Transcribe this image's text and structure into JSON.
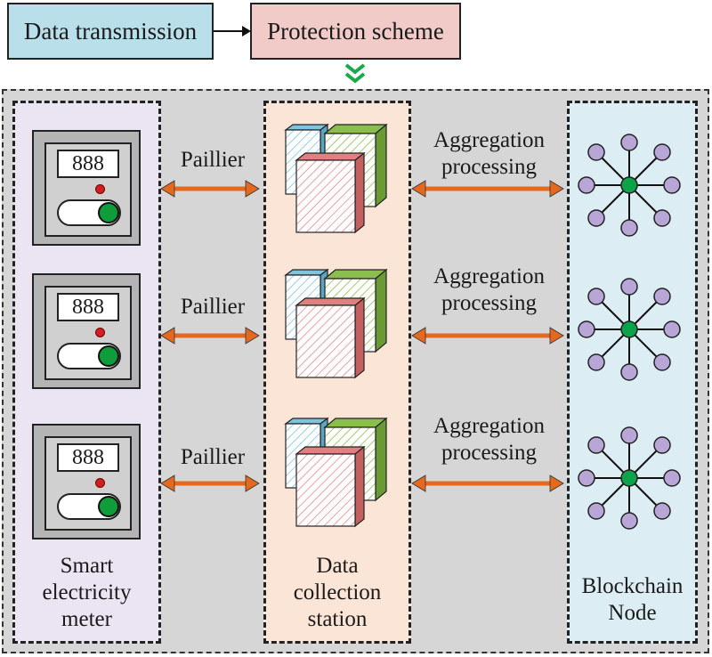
{
  "header": {
    "data_transmission": "Data transmission",
    "protection_scheme": "Protection scheme"
  },
  "links": {
    "paillier": "Paillier",
    "aggregation_line1": "Aggregation",
    "aggregation_line2": "processing"
  },
  "columns": {
    "meter_label": [
      "Smart",
      "electricity",
      "meter"
    ],
    "station_label": [
      "Data",
      "collection",
      "station"
    ],
    "blockchain_label": [
      "Blockchain",
      "Node"
    ]
  },
  "meter_display": "888",
  "colors": {
    "data_transmission_bg": "#b9e0ea",
    "protection_scheme_bg": "#f1cbc7",
    "meter_column_bg": "#ebe4f2",
    "station_column_bg": "#fbe5d6",
    "blockchain_column_bg": "#dcedf3",
    "arrow": "#e4691f",
    "down_chevron": "#19a84a",
    "hub_node": "#0ca34a",
    "leaf_node": "#b8a6d6"
  }
}
